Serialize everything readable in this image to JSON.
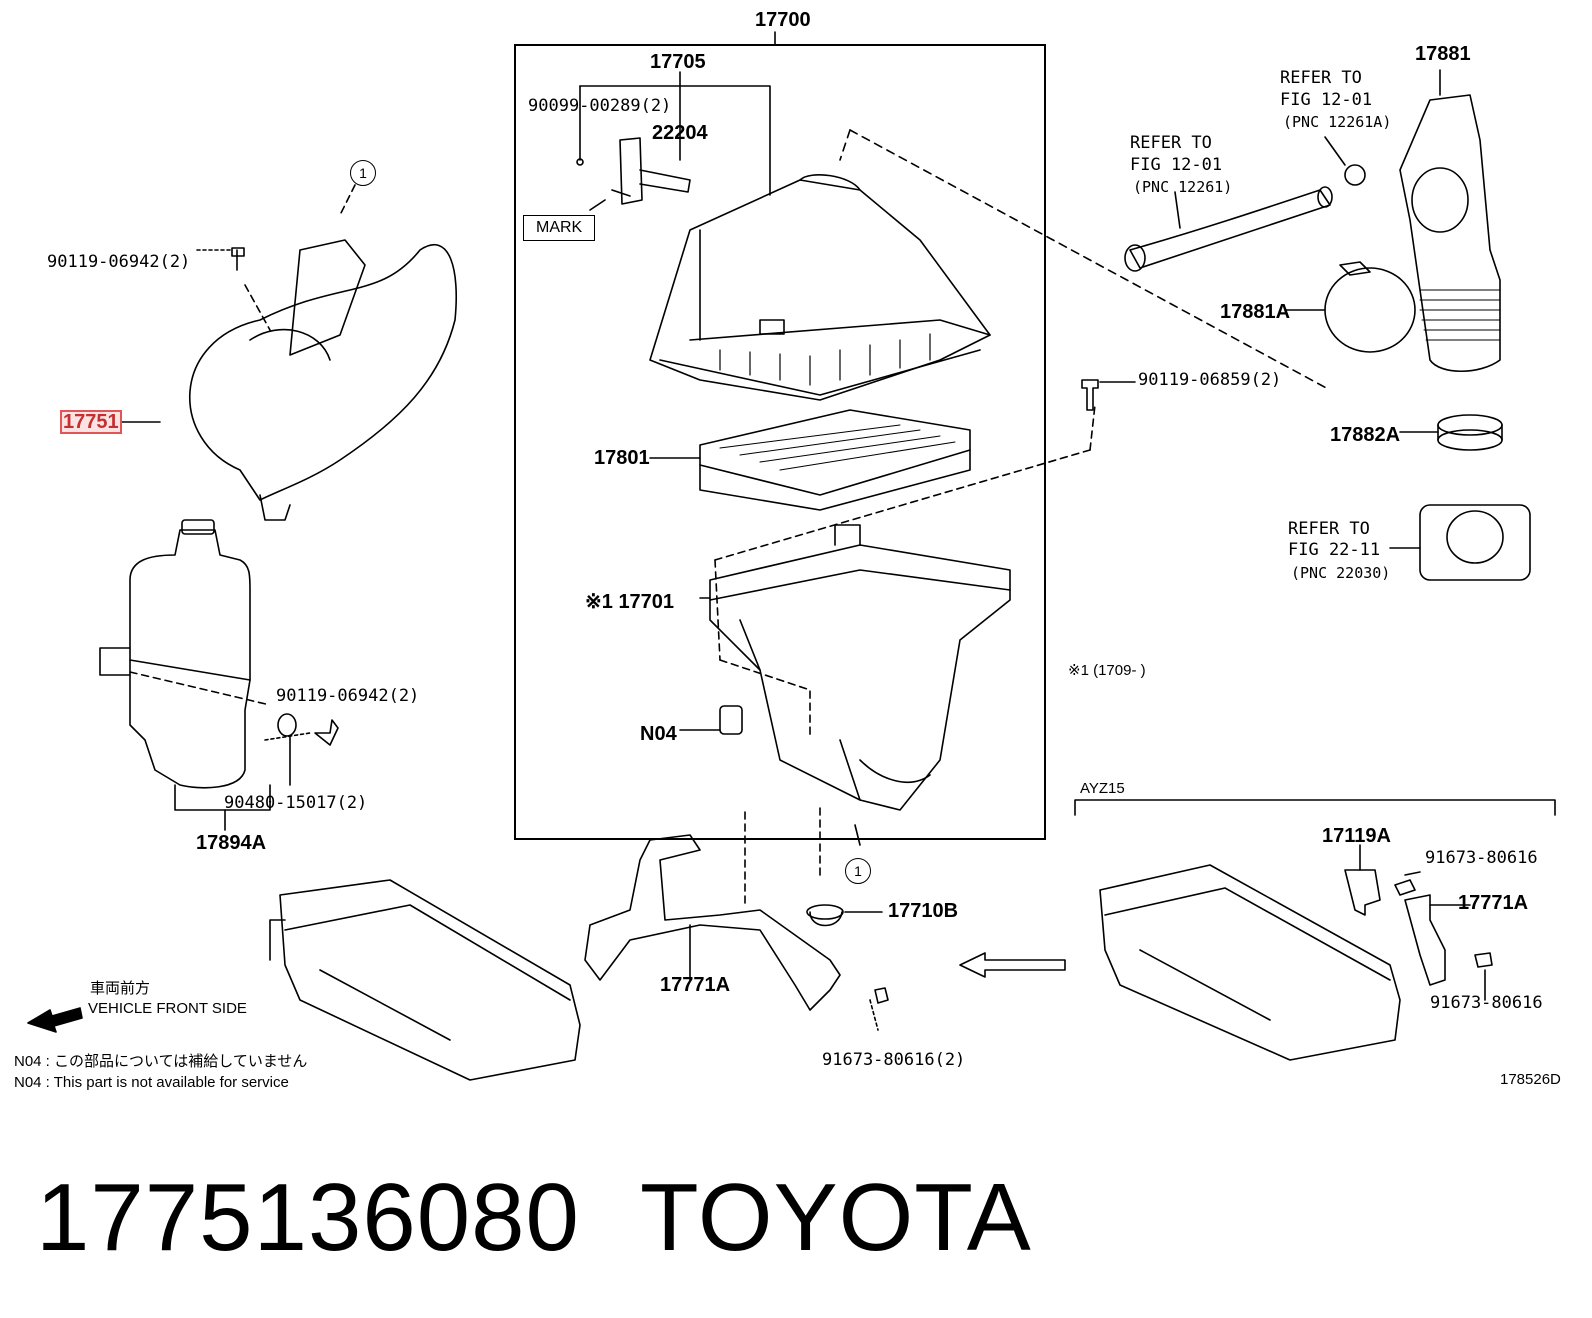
{
  "labels": {
    "p17700": "17700",
    "p17705": "17705",
    "p90099": "90099-00289(2)",
    "p22204": "22204",
    "mark": "MARK",
    "p90119_a": "90119-06942(2)",
    "p17751": "17751",
    "p17801": "17801",
    "p17701": "※1 17701",
    "pN04": "N04",
    "p90119_b": "90119-06942(2)",
    "p90480": "90480-15017(2)",
    "p17894A": "17894A",
    "refer1": [
      "REFER TO",
      "FIG 12-01",
      "(PNC 12261A)"
    ],
    "refer2": [
      "REFER TO",
      "FIG 12-01",
      "(PNC 12261)"
    ],
    "p17881": "17881",
    "p17881A": "17881A",
    "p90119_c": "90119-06859(2)",
    "p17882A": "17882A",
    "refer3": [
      "REFER TO",
      "FIG 22-11",
      "(PNC 22030)"
    ],
    "note1": "※1 (1709-     )",
    "ayz": "AYZ15",
    "p17119A": "17119A",
    "p91673_a": "91673-80616",
    "p17771A_r": "17771A",
    "p91673_b": "91673-80616",
    "p17710B": "17710B",
    "p17771A_c": "17771A",
    "p91673_c": "91673-80616(2)",
    "circle1": "1",
    "circle2": "1",
    "code": "178526D"
  },
  "notes": {
    "front_jp": "車両前方",
    "front_en": "VEHICLE FRONT SIDE",
    "n04_jp": "N04 : この部品については補給していません",
    "n04_en": "N04 : This part is not available for service"
  },
  "caption": {
    "part_number": "1775136080",
    "brand": "TOYOTA"
  },
  "colors": {
    "line": "#000000",
    "highlight": "#e05555"
  }
}
